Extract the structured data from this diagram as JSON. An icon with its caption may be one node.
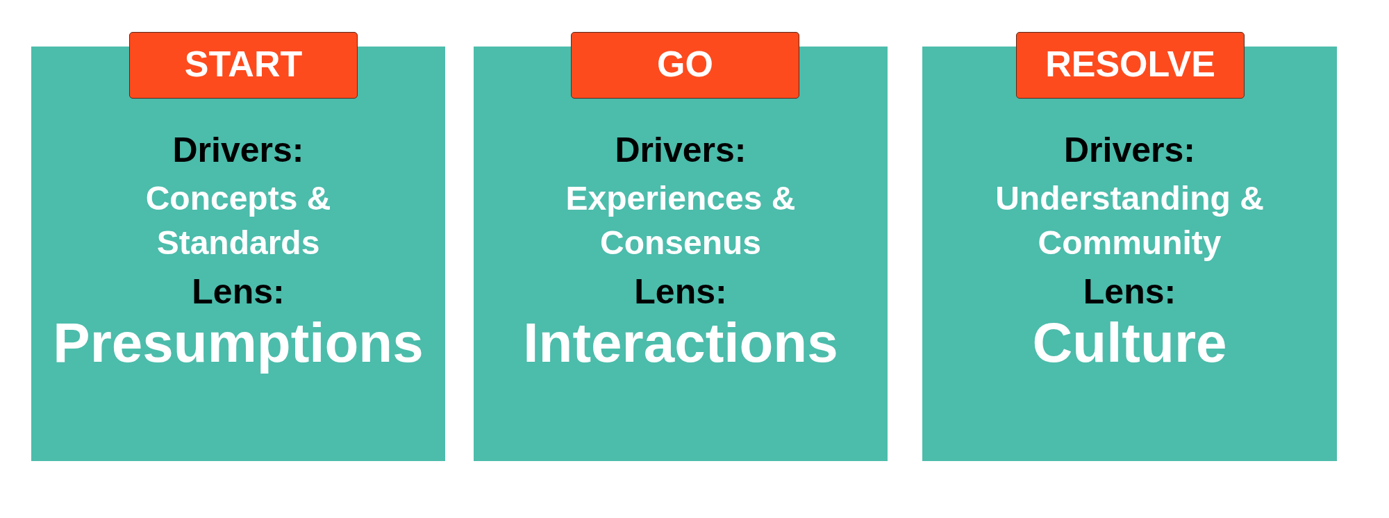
{
  "diagram": {
    "nodes": [
      {
        "text": [
          "START"
        ]
      },
      {
        "text": [
          "Drivers:",
          "Concepts & Standards",
          "Lens:",
          "Presumptions"
        ]
      },
      {
        "text": [
          "GO"
        ]
      },
      {
        "text": [
          "Drivers:",
          "Experiences & Consenus",
          "Lens:",
          "Interactions"
        ]
      },
      {
        "text": [
          "RESOLVE"
        ]
      },
      {
        "text": [
          "Drivers:",
          "Understanding & Community",
          "Lens:",
          "Culture"
        ]
      }
    ]
  }
}
